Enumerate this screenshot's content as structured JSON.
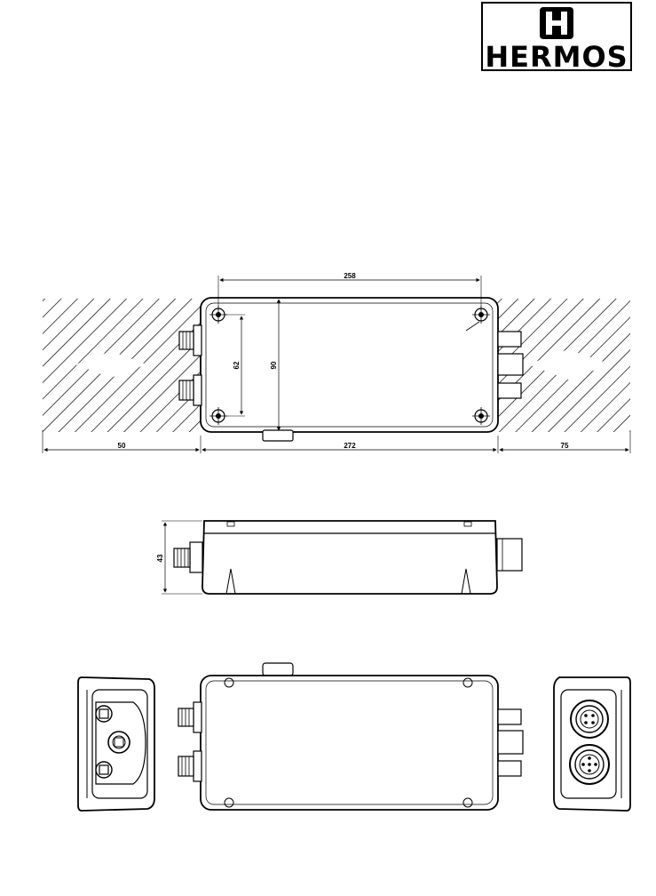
{
  "brand": {
    "name": "HERMOS",
    "emblem_icon": "h-emblem-icon"
  },
  "colors": {
    "ink": "#000000",
    "paper": "#ffffff"
  },
  "dimensions": {
    "hole_spacing_horizontal": "258",
    "hole_spacing_vertical": "62",
    "body_height": "90",
    "clearance_left": "50",
    "body_length": "272",
    "clearance_right": "75",
    "body_depth": "43"
  }
}
